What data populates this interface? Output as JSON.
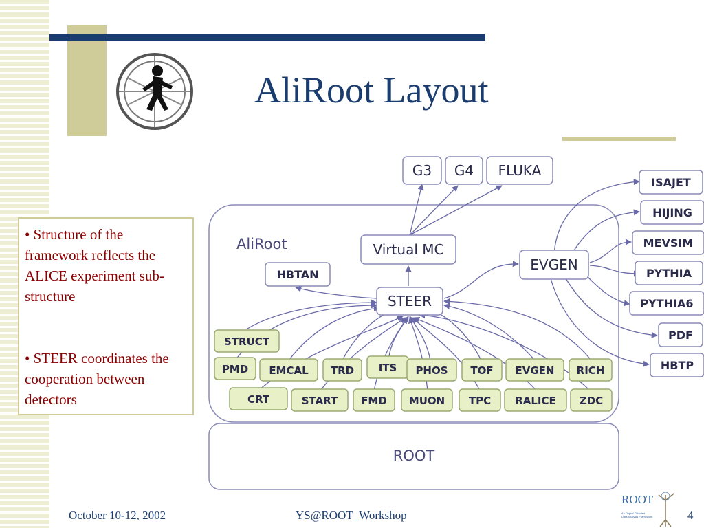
{
  "slide": {
    "title": "AliRoot Layout",
    "bullets": [
      "• Structure of the framework reflects the ALICE experiment sub-structure",
      "• STEER  coordinates the cooperation between detectors"
    ],
    "footer": {
      "date": "October 10-12, 2002",
      "event": "YS@ROOT_Workshop",
      "page": "4"
    },
    "colors": {
      "title": "#1a3c6e",
      "bullet": "#8b0000",
      "accent_gold": "#cfcc9a",
      "box_fill": "#e8f0c8",
      "box_stroke": "#9aaa70",
      "diagram_stroke": "#6a6aa8",
      "arrow": "#6a6aa8"
    }
  },
  "diagram": {
    "container_label": "AliRoot",
    "root_label": "ROOT",
    "top_boxes": [
      "G3",
      "G4",
      "FLUKA"
    ],
    "virtual_mc": "Virtual MC",
    "hbtan": "HBTAN",
    "steer": "STEER",
    "evgen_main": "EVGEN",
    "generators": [
      "ISAJET",
      "HIJING",
      "MEVSIM",
      "PYTHIA",
      "PYTHIA6",
      "PDF",
      "HBTP"
    ],
    "detector_row1": [
      "STRUCT"
    ],
    "detector_row2": [
      "PMD",
      "EMCAL",
      "TRD",
      "ITS",
      "PHOS",
      "TOF",
      "EVGEN",
      "RICH"
    ],
    "detector_row3": [
      "CRT",
      "START",
      "FMD",
      "MUON",
      "TPC",
      "RALICE",
      "ZDC"
    ]
  },
  "root_logo": {
    "text": "ROOT",
    "caption_line1": "An Object-Oriented",
    "caption_line2": "Data Analysis Framework"
  }
}
